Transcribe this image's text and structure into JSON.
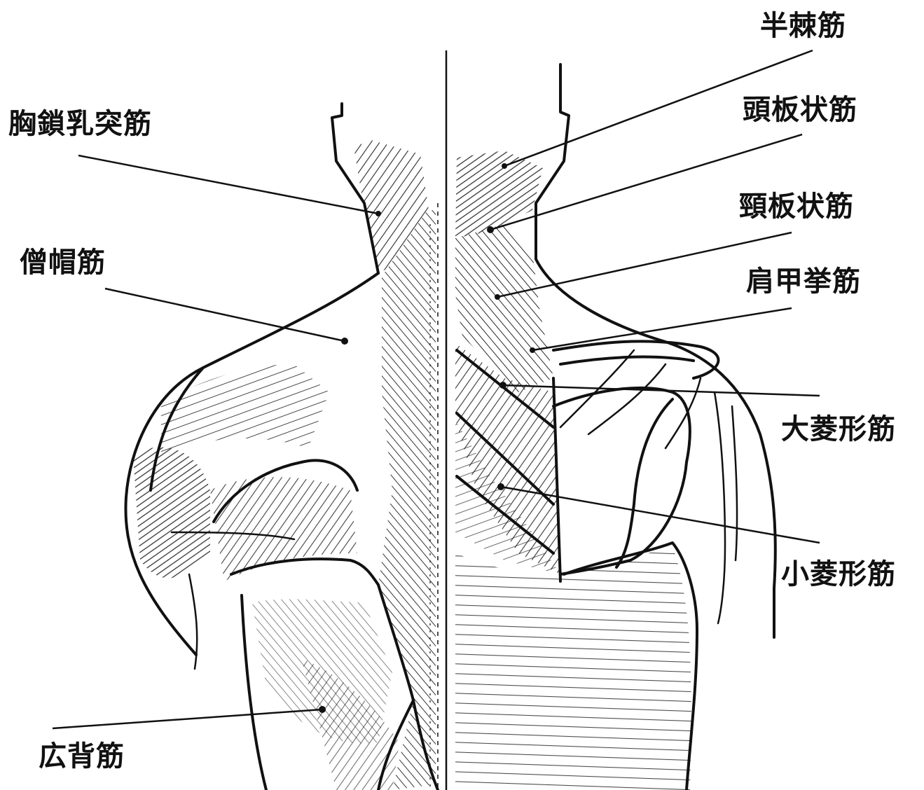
{
  "labels": {
    "sternocleidomastoid": "胸鎖乳突筋",
    "trapezius": "僧帽筋",
    "latissimus_dorsi": "広背筋",
    "semispinalis": "半棘筋",
    "splenius_capitis": "頭板状筋",
    "splenius_cervicis": "頸板状筋",
    "levator_scapulae": "肩甲挙筋",
    "rhomboid_major": "大菱形筋",
    "rhomboid_minor": "小菱形筋"
  },
  "colors": {
    "ink": "#111111",
    "background": "#ffffff"
  }
}
